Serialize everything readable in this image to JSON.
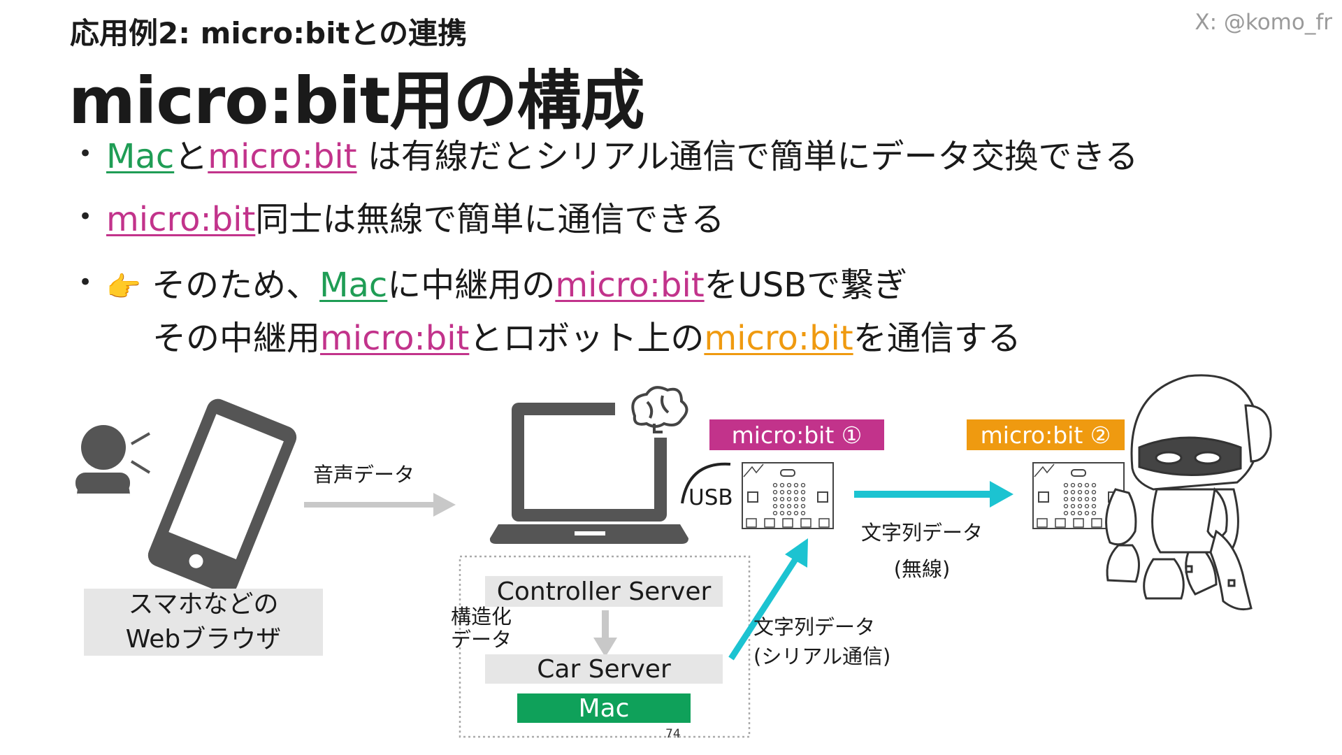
{
  "header": {
    "subtitle": "応用例2: micro:bitとの連携",
    "title": "micro:bit用の構成",
    "author": "X: @komo_fr"
  },
  "bullets": {
    "b1": {
      "mac": "Mac",
      "and": "と",
      "microbit": "micro:bit",
      "rest": " は有線だとシリアル通信で簡単にデータ交換できる"
    },
    "b2": {
      "microbit": "micro:bit",
      "rest": "同士は無線で簡単に通信できる"
    },
    "b3": {
      "icon": "👉",
      "l1_a": " そのため、",
      "l1_mac": "Mac",
      "l1_b": "に中継用の",
      "l1_microbit": "micro:bit",
      "l1_c": "をUSBで繋ぎ",
      "l2_a": "その中継用",
      "l2_microbit1": "micro:bit",
      "l2_b": "とロボット上の",
      "l2_microbit2": "micro:bit",
      "l2_c": "を通信する"
    }
  },
  "diagram": {
    "phone_label_1": "スマホなどの",
    "phone_label_2": "Webブラウザ",
    "voice_data": "音声データ",
    "usb": "USB",
    "controller_server": "Controller Server",
    "structured_1": "構造化",
    "structured_2": "データ",
    "car_server": "Car Server",
    "mac": "Mac",
    "serial_1": "文字列データ",
    "serial_2": "(シリアル通信)",
    "wireless_1": "文字列データ",
    "wireless_2": "(無線)",
    "microbit1_label": "micro:bit ①",
    "microbit2_label": "micro:bit ②",
    "page_number": "74"
  },
  "colors": {
    "green": "#1f9d55",
    "pink": "#c2338b",
    "orange": "#ef9a10",
    "cyan": "#1cc3d1",
    "icon_gray": "#555555",
    "box_gray": "#e6e6e6",
    "mac_green": "#0fa15a"
  },
  "icons": [
    "speaking-person-icon",
    "smartphone-icon",
    "laptop-icon",
    "brain-icon",
    "microbit-board-icon",
    "robot-icon"
  ]
}
